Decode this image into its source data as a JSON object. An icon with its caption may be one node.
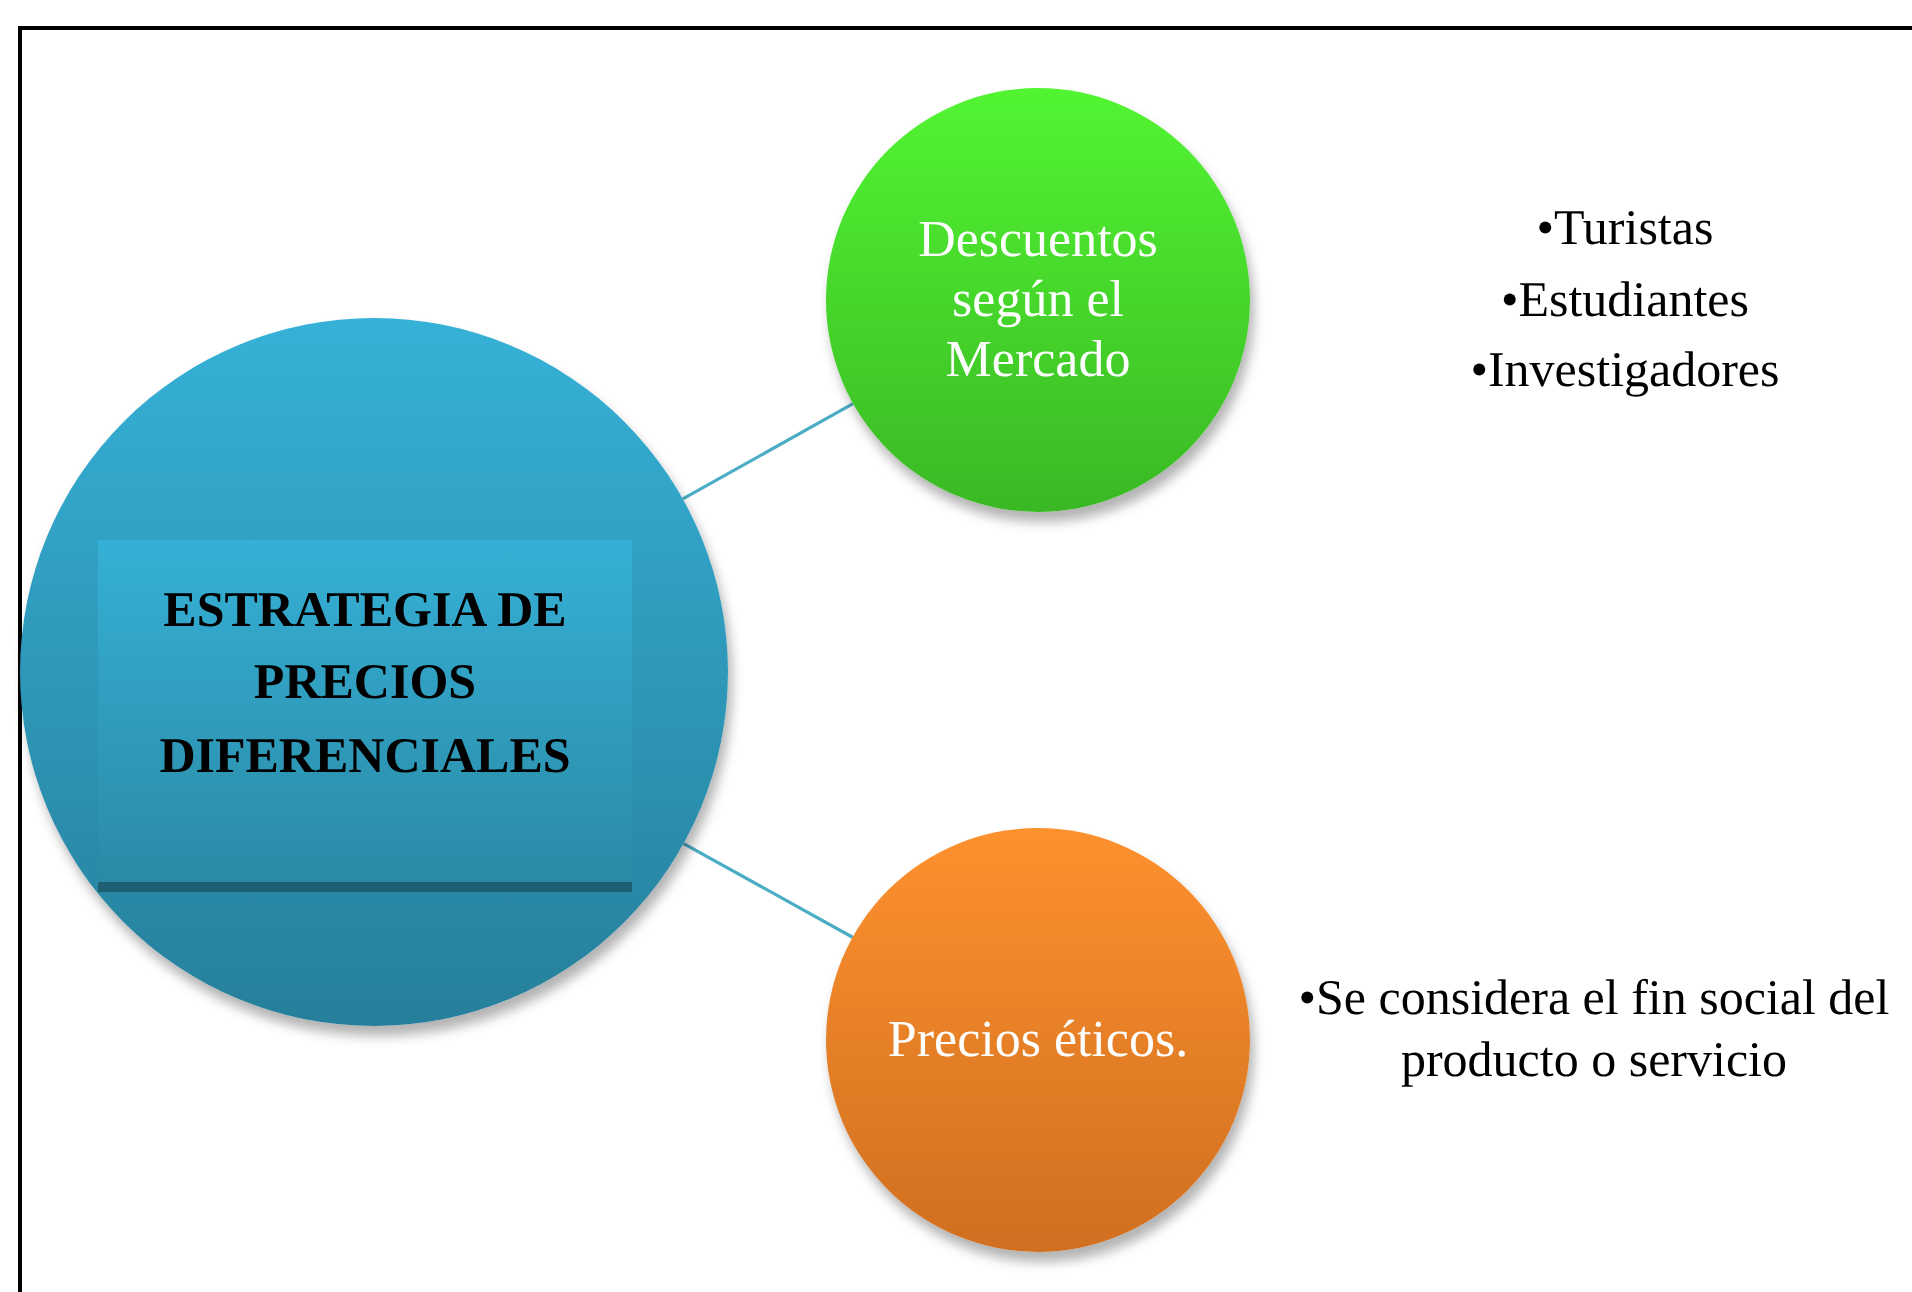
{
  "diagram": {
    "nodes": [
      {
        "text": [
          "ESTRATEGIA DE PRECIOS DIFERENCIALES"
        ]
      },
      {
        "text": [
          "Descuentos según el Mercado"
        ],
        "beside": [
          "•Turistas",
          "•Estudiantes",
          "•Investigadores"
        ]
      },
      {
        "text": [
          "Precios éticos."
        ],
        "beside": [
          "•Se considera el fin social del producto o servicio"
        ]
      }
    ],
    "edges": [
      {
        "from": 0,
        "to": 1,
        "arrow": "none"
      },
      {
        "from": 0,
        "to": 2,
        "arrow": "none"
      }
    ]
  }
}
